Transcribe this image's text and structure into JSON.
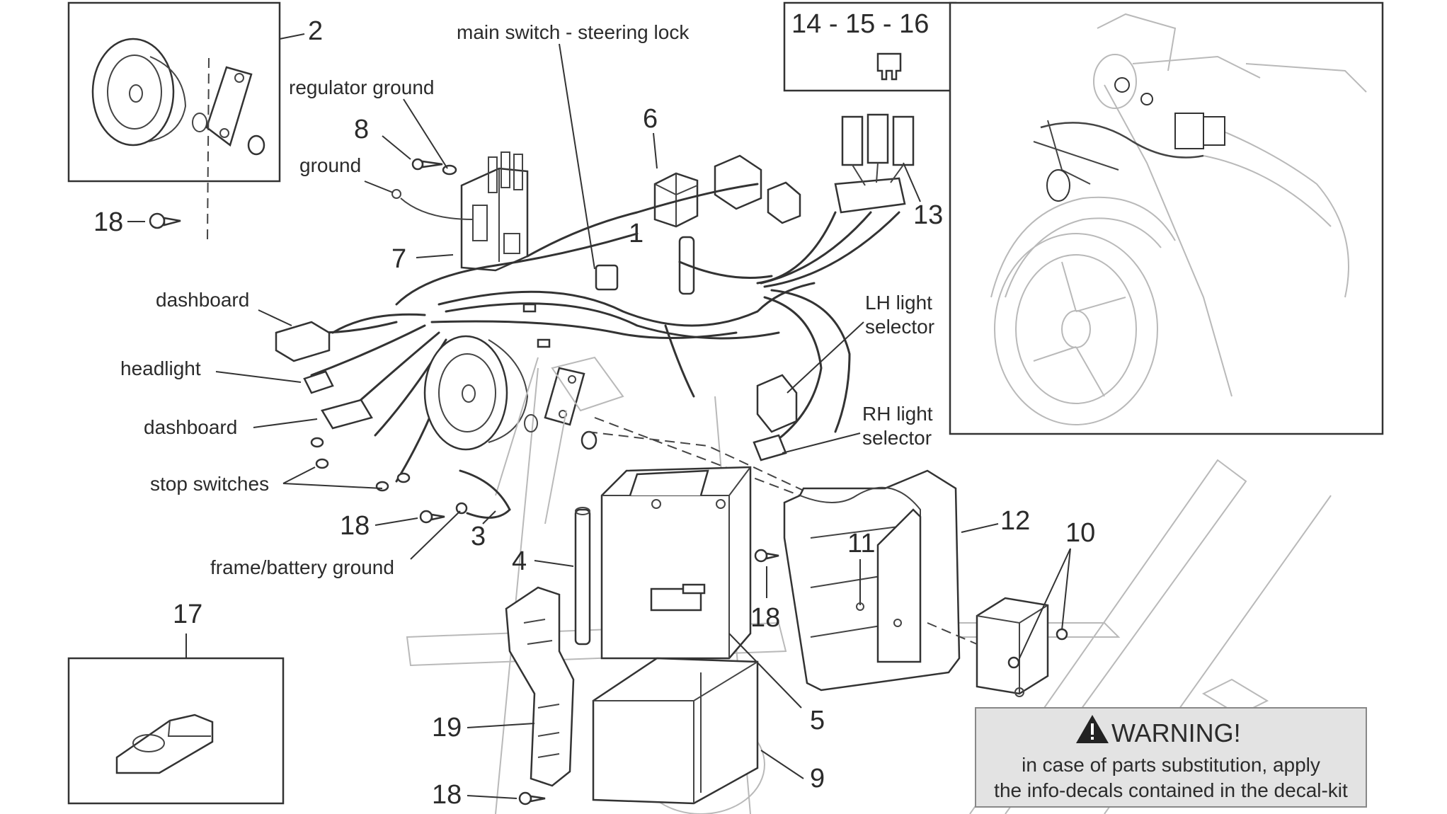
{
  "callouts": {
    "n2": "2",
    "n8": "8",
    "n6": "6",
    "n1": "1",
    "n13": "13",
    "n7": "7",
    "n18a": "18",
    "n18b": "18",
    "n18c": "18",
    "n18d": "18",
    "n3": "3",
    "n4": "4",
    "n12": "12",
    "n11": "11",
    "n10": "10",
    "n17": "17",
    "n5": "5",
    "n19": "19",
    "n9": "9",
    "n141516": "14 - 15 - 16"
  },
  "labels": {
    "main_switch": "main switch - steering lock",
    "regulator_ground": "regulator ground",
    "ground": "ground",
    "dashboard_1": "dashboard",
    "headlight": "headlight",
    "dashboard_2": "dashboard",
    "stop_switches": "stop switches",
    "frame_battery_ground": "frame/battery ground",
    "lh_light_1": "LH light",
    "lh_light_2": "selector",
    "rh_light_1": "RH light",
    "rh_light_2": "selector"
  },
  "warning": {
    "icon": "warning-triangle-icon",
    "title": "WARNING!",
    "line1": "in case of parts substitution, apply",
    "line2": "the info-decals contained in the decal-kit"
  }
}
